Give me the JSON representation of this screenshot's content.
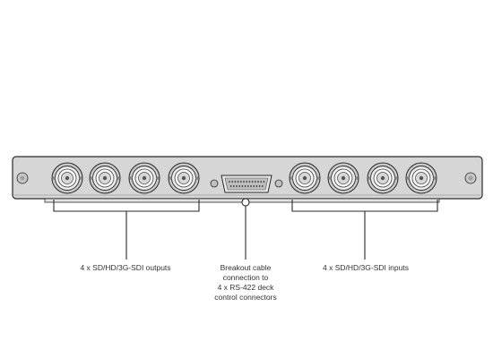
{
  "labels": {
    "outputs": "4 x  SD/HD/3G-SDI outputs",
    "breakout": [
      "Breakout cable",
      "connection to",
      "4 x RS-422 deck",
      "control connectors"
    ],
    "inputs": "4 x  SD/HD/3G-SDI inputs"
  },
  "connectors": {
    "bnc_outputs_count": 4,
    "bnc_inputs_count": 4,
    "dsub_count": 1
  },
  "colors": {
    "panel_fill": "#d6d6d6",
    "outline": "#2a2a2a",
    "bnc_fill": "#ededed",
    "text": "#333333"
  }
}
